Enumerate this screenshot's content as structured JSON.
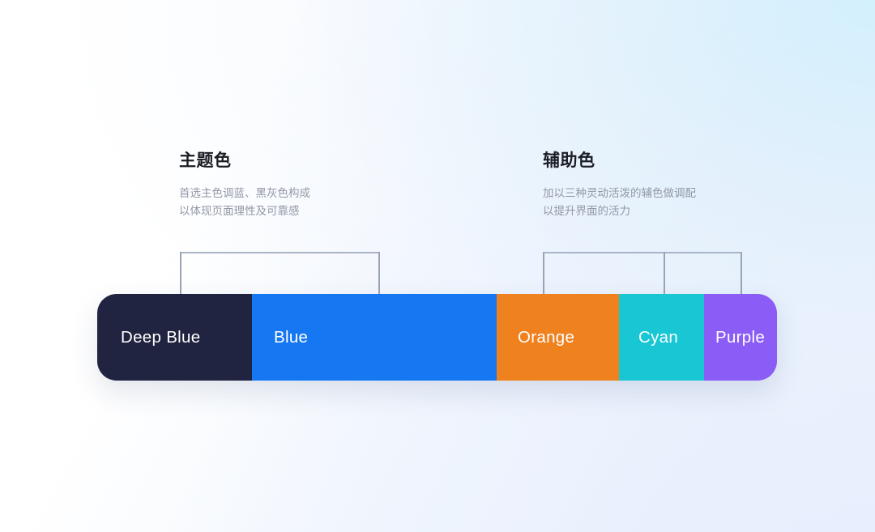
{
  "background": {
    "base_color": "#ffffff",
    "tint_top_right": "#dcf1fc",
    "tint_bottom_right": "#eaf0fd"
  },
  "groups": [
    {
      "id": "theme",
      "title": "主题色",
      "desc_line1": "首选主色调蓝、黑灰色构成",
      "desc_line2": "以体现页面理性及可靠感"
    },
    {
      "id": "accent",
      "title": "辅助色",
      "desc_line1": "加以三种灵动活泼的辅色做调配",
      "desc_line2": "以提升界面的活力"
    }
  ],
  "brackets": {
    "line_color": "#9aa4b6",
    "theme": {
      "legs": 2
    },
    "accent": {
      "legs": 3
    }
  },
  "palette": {
    "label_color": "#ffffff",
    "swatches": [
      {
        "name": "Deep Blue",
        "color": "#212440",
        "group": "theme"
      },
      {
        "name": "Blue",
        "color": "#1677f2",
        "group": "theme"
      },
      {
        "name": "Orange",
        "color": "#ef811e",
        "group": "accent"
      },
      {
        "name": "Cyan",
        "color": "#18c6d4",
        "group": "accent"
      },
      {
        "name": "Purple",
        "color": "#8b5cf6",
        "group": "accent"
      }
    ]
  }
}
